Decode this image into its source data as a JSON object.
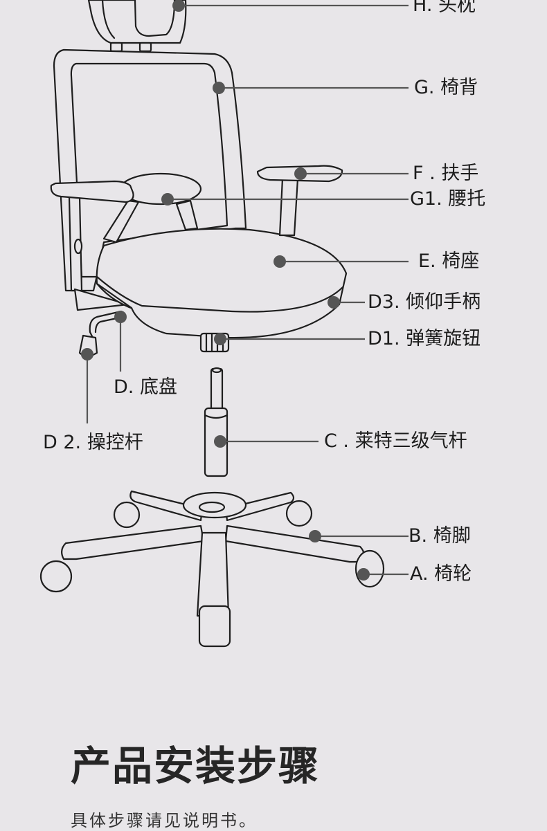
{
  "labels": {
    "H": "H. 头枕",
    "G": "G. 椅背",
    "F": "F . 扶手",
    "G1": "G1. 腰托",
    "E": "E. 椅座",
    "D3": "D3. 倾仰手柄",
    "D1": "D1. 弹簧旋钮",
    "D": "D. 底盘",
    "D2": "D 2. 操控杆",
    "C": "C . 莱特三级气杆",
    "B": "B. 椅脚",
    "A": "A. 椅轮"
  },
  "section": {
    "title": "产品安装步骤",
    "subtitle": "具体步骤请见说明书。"
  },
  "colors": {
    "background": "#e8e6e9",
    "line": "#1e1e1e",
    "fill": "#e8e6e9",
    "callout": "#555555"
  }
}
